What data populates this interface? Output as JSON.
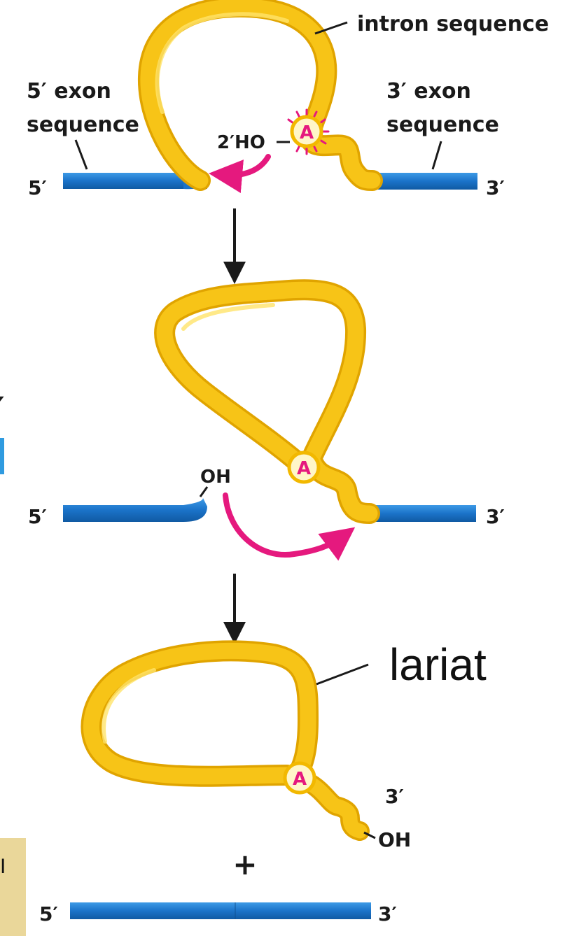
{
  "colors": {
    "exon": "#1b73c9",
    "intron": "#f5c01a",
    "intron_light": "#ffe566",
    "accent": "#e5197e",
    "arrow": "#1a1a1a",
    "side_panel": "#ead79a",
    "cropped_blue": "#2f9be0"
  },
  "step1": {
    "intron_label": "intron sequence",
    "exon5_label_line1": "5′ exon",
    "exon5_label_line2": "sequence",
    "exon3_label_line1": "3′ exon",
    "exon3_label_line2": "sequence",
    "end5": "5′",
    "end3": "3′",
    "hydroxyl": "2′HO",
    "branch_base": "A"
  },
  "step2": {
    "hydroxyl": "OH",
    "end5": "5′",
    "end3": "3′",
    "branch_base": "A"
  },
  "step3": {
    "lariat_label": "lariat",
    "branch_base": "A",
    "lariat_end3": "3′",
    "lariat_oh": "OH",
    "plus": "+",
    "end5": "5′",
    "end3": "3′"
  },
  "edge_fragments": {
    "left_prime": "′",
    "bottom_left_glyph": "I"
  }
}
